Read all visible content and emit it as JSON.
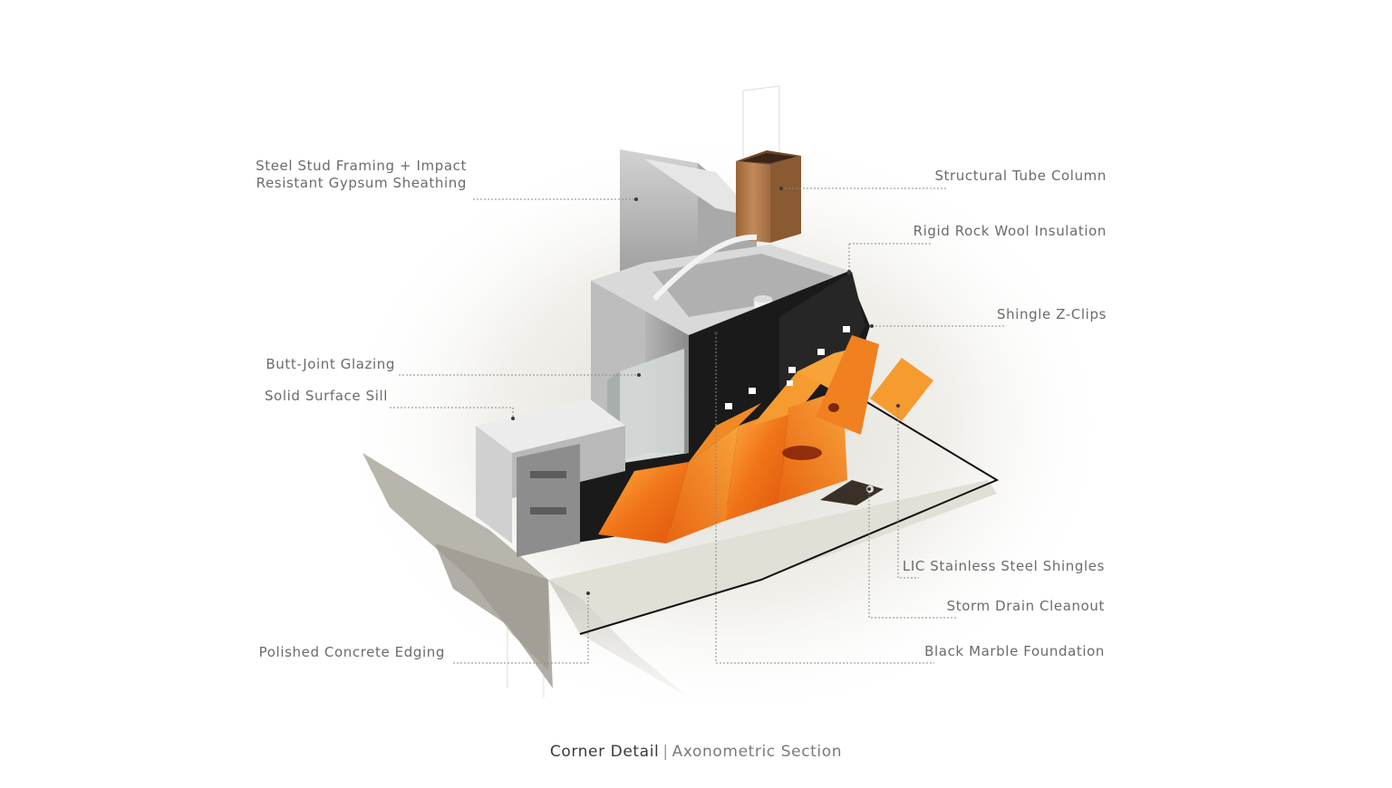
{
  "callouts": {
    "steel_stud_line1": "Steel Stud Framing + Impact",
    "steel_stud_line2": "Resistant Gypsum Sheathing",
    "butt_joint": "Butt-Joint Glazing",
    "solid_surface": "Solid Surface Sill",
    "polished_concrete": "Polished Concrete Edging",
    "structural_tube": "Structural Tube Column",
    "rigid_rock": "Rigid Rock Wool Insulation",
    "shingle_z": "Shingle Z-Clips",
    "lic_shingles": "LIC Stainless Steel Shingles",
    "storm_drain": "Storm Drain Cleanout",
    "black_marble": "Black Marble Foundation"
  },
  "caption": {
    "title": "Corner Detail",
    "separator": "|",
    "subtitle": "Axonometric Section"
  },
  "colors": {
    "label_text": "#6b6b6b",
    "shingle_orange": "#f07a1a",
    "marble_black": "#161616",
    "steel_gray": "#c9c9c9",
    "tube_brown": "#b07848",
    "concrete": "#d8d6cf"
  }
}
